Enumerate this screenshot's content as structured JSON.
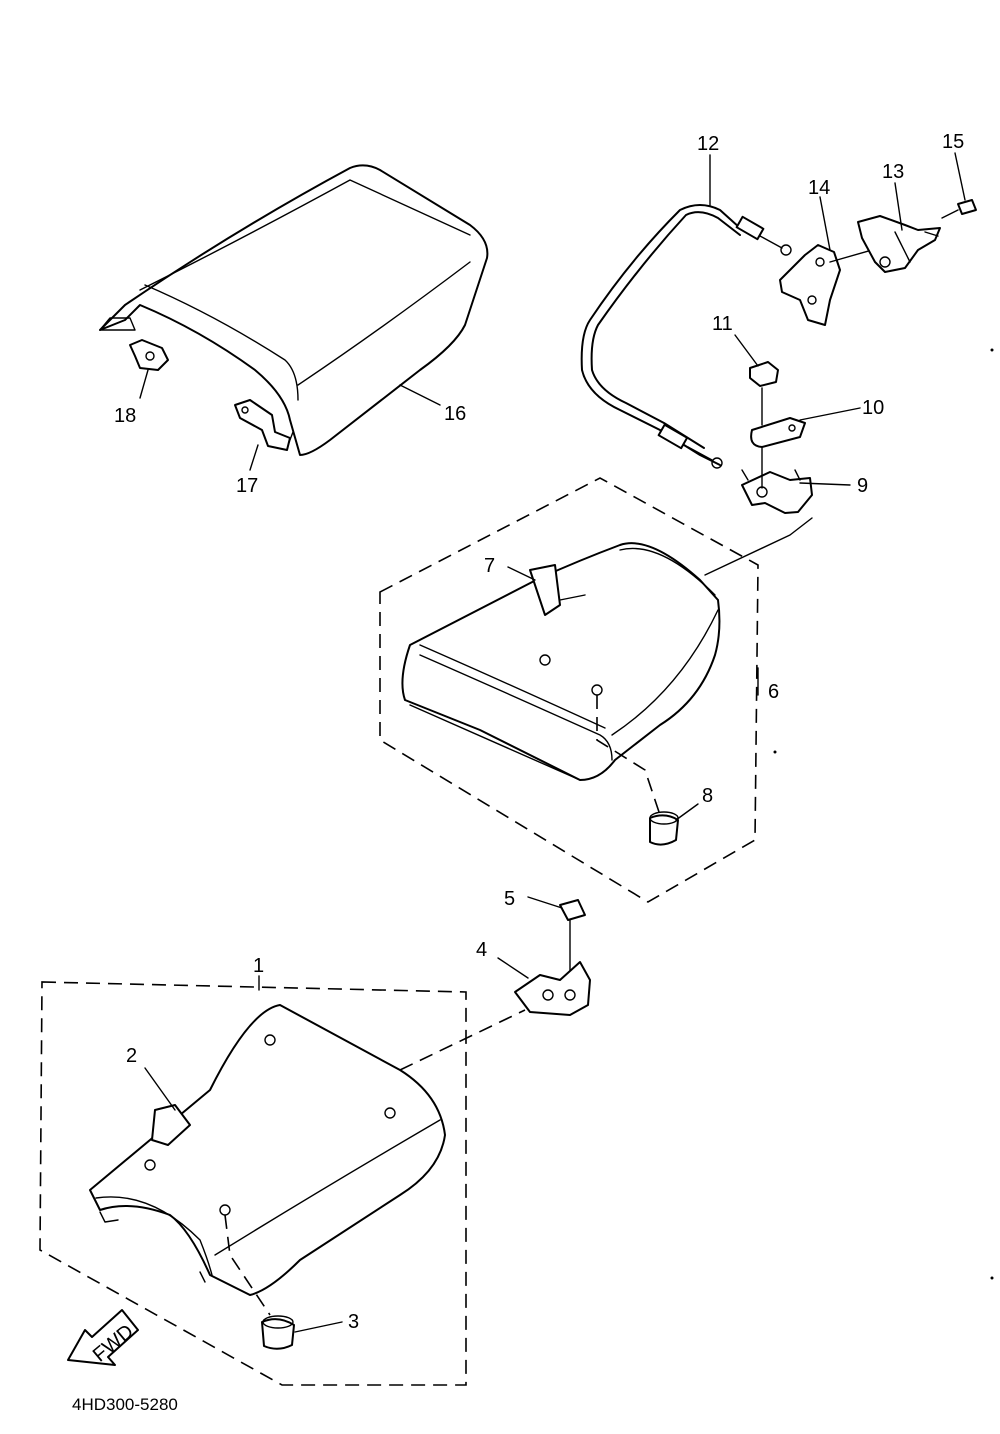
{
  "diagram": {
    "callouts": [
      "1",
      "2",
      "3",
      "4",
      "5",
      "6",
      "7",
      "8",
      "9",
      "10",
      "11",
      "12",
      "13",
      "14",
      "15",
      "16",
      "17",
      "18"
    ],
    "fwd_arrow_text": "FWD",
    "drawing_code": "4HD300-5280"
  }
}
